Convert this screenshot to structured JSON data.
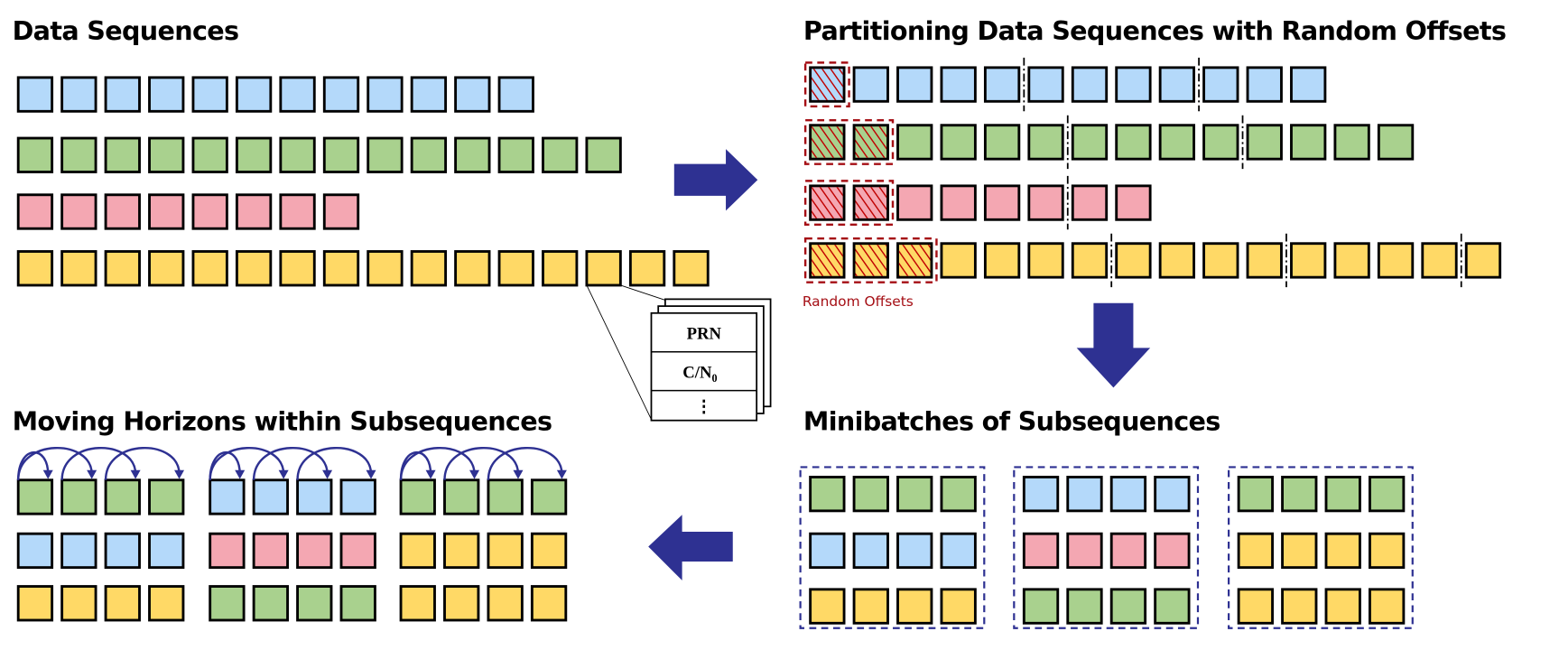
{
  "colors": {
    "blue": "#B4D9FA",
    "green": "#A9D18E",
    "pink": "#F4A7B2",
    "yellow": "#FFD966",
    "arrow": "#2E3192",
    "offset": "#A50F15",
    "border": "#000000"
  },
  "data_sequences": {
    "title": "Data Sequences",
    "rows": [
      {
        "color": "blue",
        "length": 12
      },
      {
        "color": "green",
        "length": 14
      },
      {
        "color": "pink",
        "length": 8
      },
      {
        "color": "yellow",
        "length": 16
      }
    ]
  },
  "feature_box": {
    "rows": [
      "PRN",
      "C/N",
      "⋮"
    ],
    "subscript": "0"
  },
  "partitioning": {
    "title": "Partitioning Data Sequences with Random Offsets",
    "offset_label": "Random Offsets",
    "subsequence_length": 4,
    "rows": [
      {
        "color": "blue",
        "offset": 1,
        "length": 12
      },
      {
        "color": "green",
        "offset": 2,
        "length": 14
      },
      {
        "color": "pink",
        "offset": 2,
        "length": 8
      },
      {
        "color": "yellow",
        "offset": 3,
        "length": 16
      }
    ]
  },
  "minibatches": {
    "title": "Minibatches of Subsequences",
    "batches": [
      [
        "green",
        "blue",
        "yellow"
      ],
      [
        "blue",
        "pink",
        "green"
      ],
      [
        "green",
        "yellow",
        "yellow"
      ]
    ]
  },
  "moving_horizons": {
    "title": "Moving Horizons within Subsequences",
    "batches": [
      [
        "green",
        "blue",
        "yellow"
      ],
      [
        "blue",
        "pink",
        "green"
      ],
      [
        "green",
        "yellow",
        "yellow"
      ]
    ]
  }
}
